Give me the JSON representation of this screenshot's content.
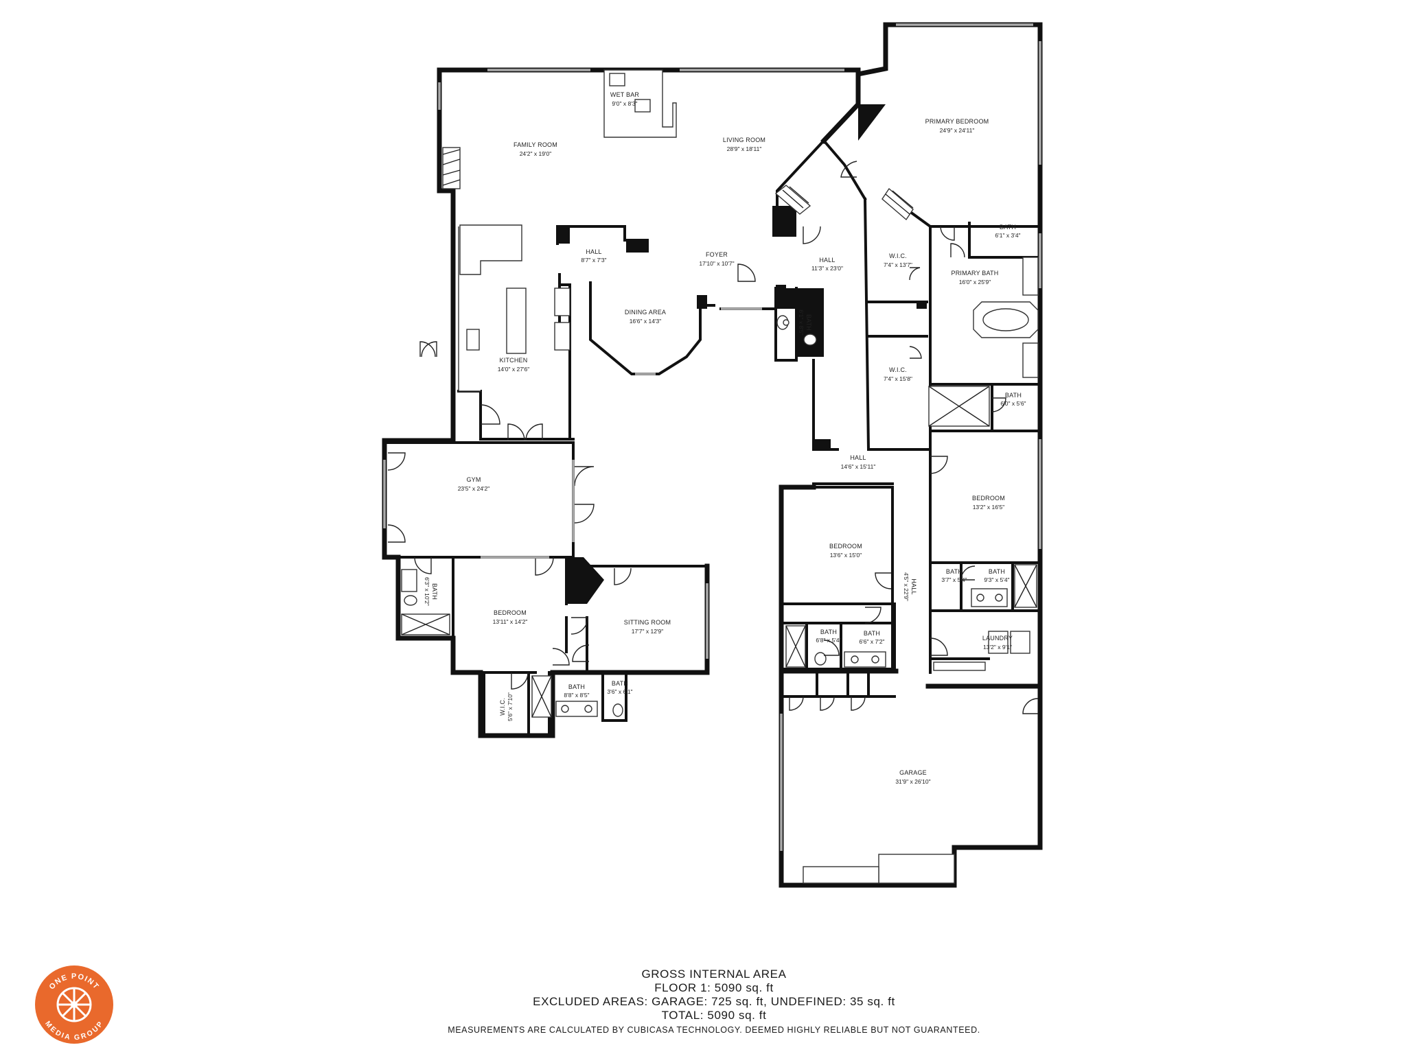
{
  "rooms": [
    {
      "id": "wet-bar",
      "name": "WET BAR",
      "dims": "9'0\" x 8'3\""
    },
    {
      "id": "family-room",
      "name": "FAMILY ROOM",
      "dims": "24'2\" x 19'0\""
    },
    {
      "id": "living-room",
      "name": "LIVING ROOM",
      "dims": "28'9\" x 18'11\""
    },
    {
      "id": "primary-bedroom",
      "name": "PRIMARY BEDROOM",
      "dims": "24'9\" x 24'11\""
    },
    {
      "id": "hall-1",
      "name": "HALL",
      "dims": "8'7\" x 7'3\""
    },
    {
      "id": "foyer",
      "name": "FOYER",
      "dims": "17'10\" x 10'7\""
    },
    {
      "id": "hall-2",
      "name": "HALL",
      "dims": "11'3\" x 23'0\""
    },
    {
      "id": "wic-1",
      "name": "W.I.C.",
      "dims": "7'4\" x 13'7\""
    },
    {
      "id": "bath-1",
      "name": "BATH",
      "dims": "6'1\" x 3'4\""
    },
    {
      "id": "primary-bath",
      "name": "PRIMARY BATH",
      "dims": "16'0\" x 25'9\""
    },
    {
      "id": "dining-area",
      "name": "DINING AREA",
      "dims": "16'6\" x 14'3\""
    },
    {
      "id": "bath-2",
      "name": "BATH",
      "dims": "6'1\" x 8'5\""
    },
    {
      "id": "kitchen",
      "name": "KITCHEN",
      "dims": "14'0\" x 27'6\""
    },
    {
      "id": "wic-2",
      "name": "W.I.C.",
      "dims": "7'4\" x 15'8\""
    },
    {
      "id": "bath-3",
      "name": "BATH",
      "dims": "6'0\" x 5'6\""
    },
    {
      "id": "gym",
      "name": "GYM",
      "dims": "23'5\" x 24'2\""
    },
    {
      "id": "hall-3",
      "name": "HALL",
      "dims": "14'6\" x 15'11\""
    },
    {
      "id": "bedroom-1",
      "name": "BEDROOM",
      "dims": "13'2\" x 16'5\""
    },
    {
      "id": "bedroom-2",
      "name": "BEDROOM",
      "dims": "13'6\" x 15'0\""
    },
    {
      "id": "bath-4",
      "name": "BATH",
      "dims": "6'3\" x 10'2\""
    },
    {
      "id": "hall-4",
      "name": "HALL",
      "dims": "4'5\" x 22'9\""
    },
    {
      "id": "bath-5",
      "name": "BATH",
      "dims": "3'7\" x 5'4\""
    },
    {
      "id": "bath-6",
      "name": "BATH",
      "dims": "9'3\" x 5'4\""
    },
    {
      "id": "bedroom-3",
      "name": "BEDROOM",
      "dims": "13'11\" x 14'2\""
    },
    {
      "id": "sitting-room",
      "name": "SITTING ROOM",
      "dims": "17'7\" x 12'9\""
    },
    {
      "id": "laundry",
      "name": "LAUNDRY",
      "dims": "13'2\" x 9'1\""
    },
    {
      "id": "bath-7",
      "name": "BATH",
      "dims": "6'8\" x 5'4\""
    },
    {
      "id": "bath-8",
      "name": "BATH",
      "dims": "6'6\" x 7'2\""
    },
    {
      "id": "bath-9",
      "name": "BATH",
      "dims": "8'8\" x 8'5\""
    },
    {
      "id": "bath-10",
      "name": "BATH",
      "dims": "3'6\" x 6'1\""
    },
    {
      "id": "wic-3",
      "name": "W.I.C.",
      "dims": "5'6\" x 7'10\""
    },
    {
      "id": "garage",
      "name": "GARAGE",
      "dims": "31'9\" x 26'10\""
    }
  ],
  "area_info": {
    "title": "GROSS INTERNAL AREA",
    "floor": "FLOOR 1: 5090 sq. ft",
    "excluded": "EXCLUDED AREAS: GARAGE: 725 sq. ft, UNDEFINED: 35 sq. ft",
    "total": "TOTAL: 5090 sq. ft",
    "disclaimer": "MEASUREMENTS ARE CALCULATED BY CUBICASA TECHNOLOGY. DEEMED HIGHLY RELIABLE BUT NOT GUARANTEED."
  },
  "logo": {
    "top_text": "ONE POINT",
    "bottom_text": "MEDIA GROUP",
    "color": "#E9692C"
  },
  "colors": {
    "wall": "#111111",
    "background": "#FFFFFF"
  }
}
